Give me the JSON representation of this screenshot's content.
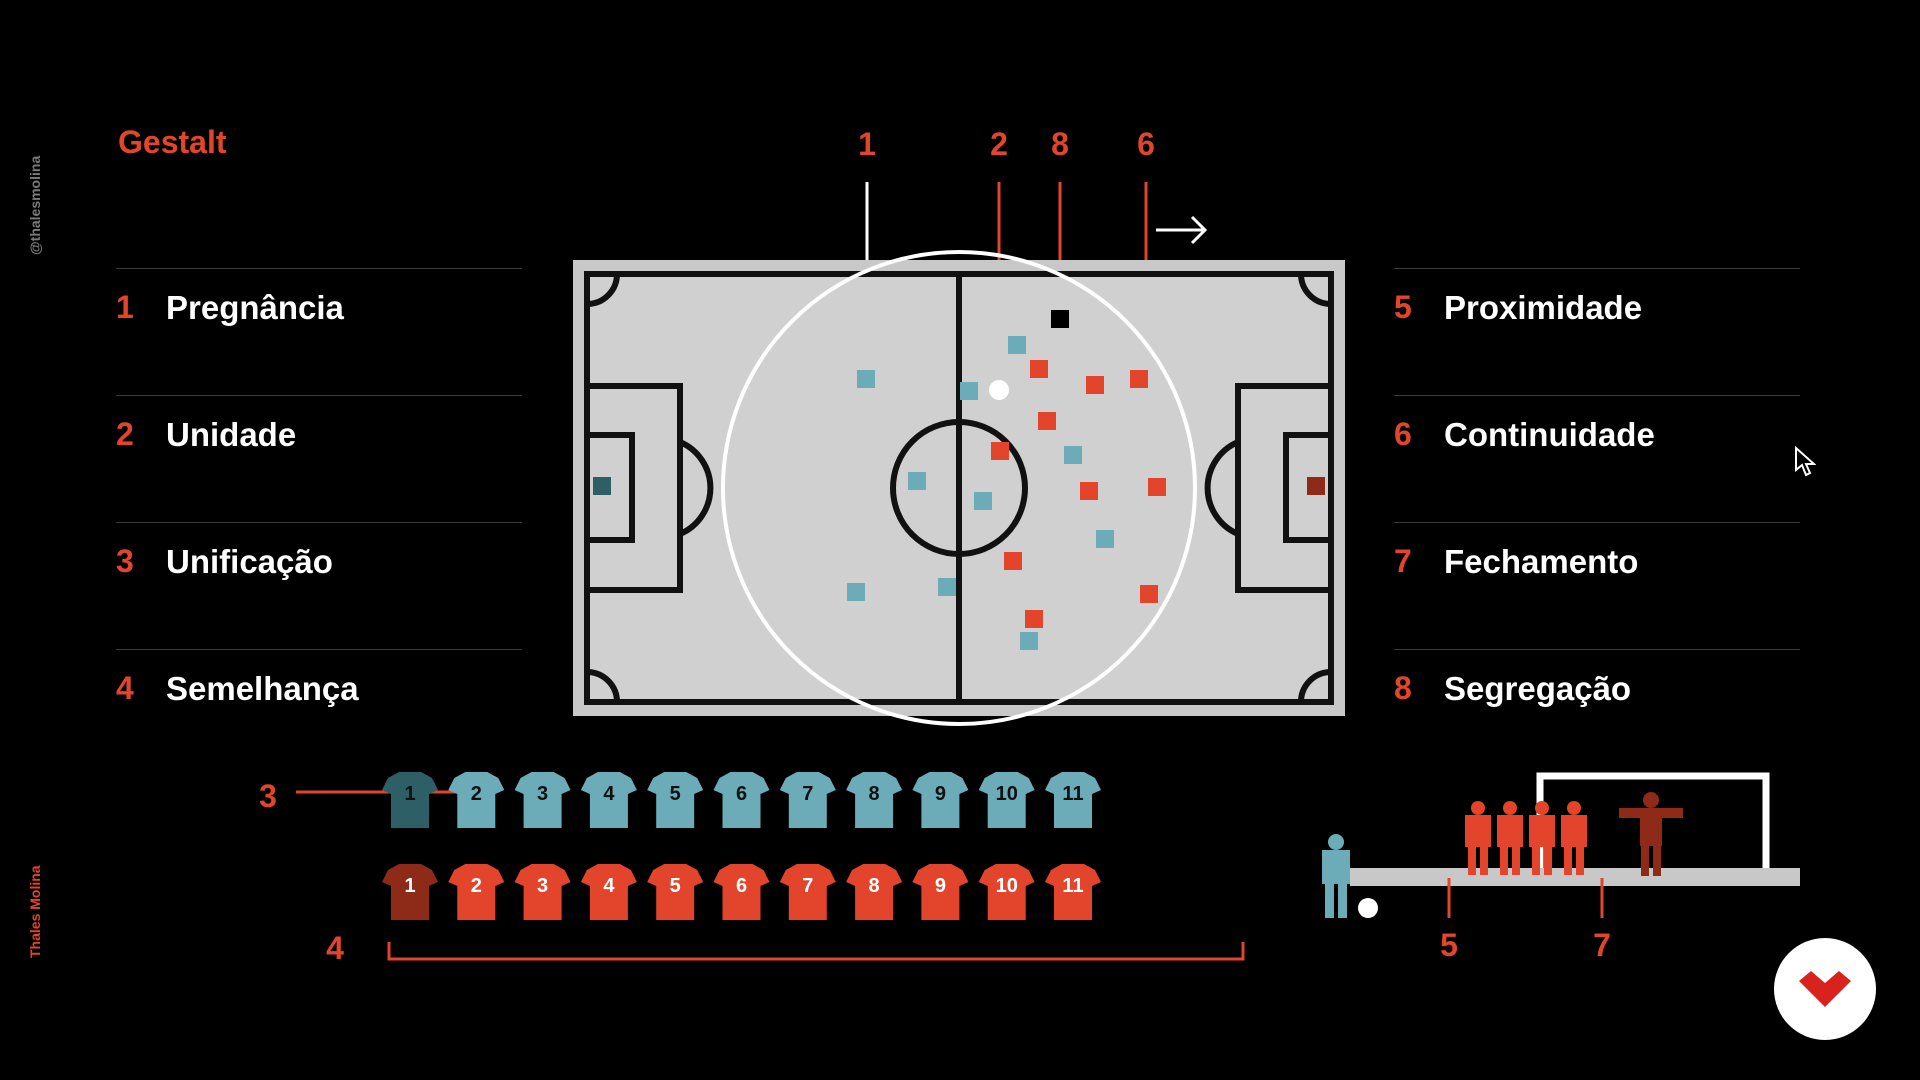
{
  "handle": "@thalesmolina",
  "author": "Thales Molina",
  "title": "Gestalt",
  "principles_left": [
    {
      "num": "1",
      "label": "Pregnância"
    },
    {
      "num": "2",
      "label": "Unidade"
    },
    {
      "num": "3",
      "label": "Unificação"
    },
    {
      "num": "4",
      "label": "Semelhança"
    }
  ],
  "principles_right": [
    {
      "num": "5",
      "label": "Proximidade"
    },
    {
      "num": "6",
      "label": "Continuidade"
    },
    {
      "num": "7",
      "label": "Fechamento"
    },
    {
      "num": "8",
      "label": "Segregação"
    }
  ],
  "field_callouts": [
    "1",
    "2",
    "8",
    "6"
  ],
  "shirts_callouts": {
    "unification": "3",
    "similarity": "4"
  },
  "wall_callouts": {
    "proximity": "5",
    "closure": "7"
  },
  "shirt_numbers": [
    "1",
    "2",
    "3",
    "4",
    "5",
    "6",
    "7",
    "8",
    "9",
    "10",
    "11"
  ],
  "colors": {
    "accent": "#e2452b",
    "blue": "#6cacb8",
    "blue_dark": "#2f5f66",
    "red": "#e2452b",
    "red_dark": "#8e2a18",
    "field": "#d0d0d0",
    "text": "#ffffff"
  },
  "icons": {
    "logo": "red-chevron-logo",
    "cursor": "mouse-pointer"
  }
}
